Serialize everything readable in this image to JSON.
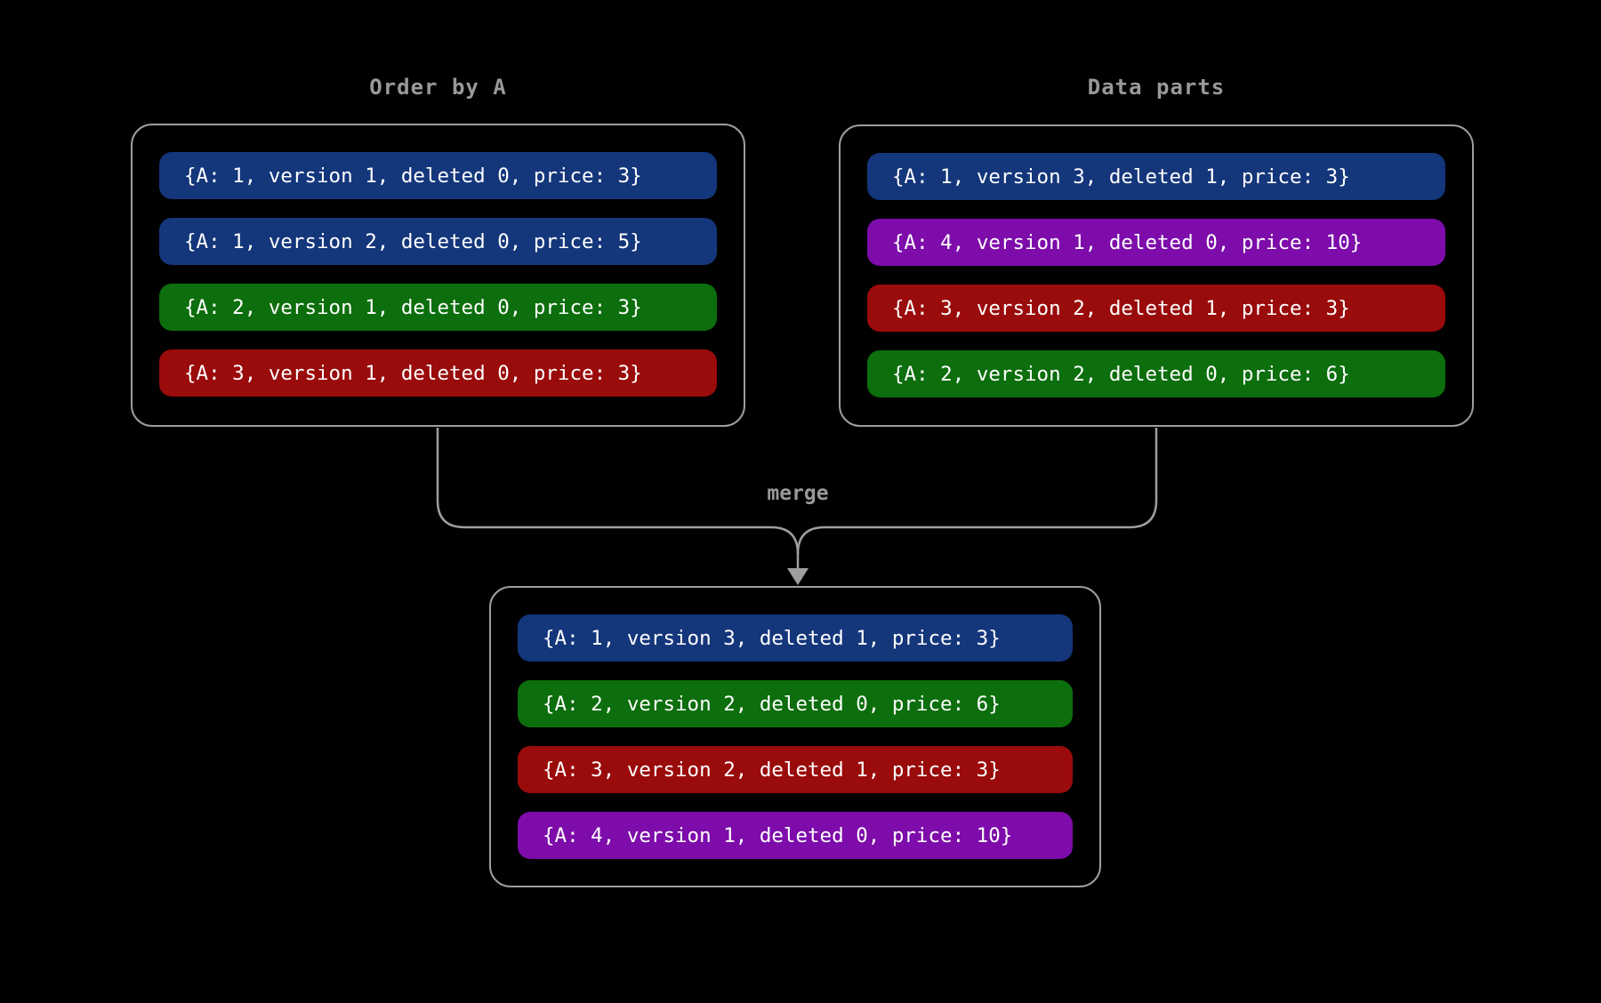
{
  "diagram": {
    "background": "#000000",
    "line_color": "#9e9e9e",
    "title_color": "#999999",
    "row_text_color": "#ffffff",
    "colors": {
      "blue": "#14367b",
      "green": "#0c6e0c",
      "red": "#9a0b0b",
      "purple": "#7d0caa"
    },
    "merge_label": "merge",
    "boxes": [
      {
        "title": "Order by A",
        "rows": [
          {
            "text": "{A: 1, version 1, deleted 0, price: 3}",
            "color": "blue"
          },
          {
            "text": "{A: 1, version 2, deleted 0, price: 5}",
            "color": "blue"
          },
          {
            "text": "{A: 2, version 1, deleted 0, price: 3}",
            "color": "green"
          },
          {
            "text": "{A: 3, version 1, deleted 0, price: 3}",
            "color": "red"
          }
        ]
      },
      {
        "title": "Data parts",
        "rows": [
          {
            "text": "{A: 1, version 3, deleted 1, price: 3}",
            "color": "blue"
          },
          {
            "text": "{A: 4, version 1, deleted 0, price: 10}",
            "color": "purple"
          },
          {
            "text": "{A: 3, version 2, deleted 1, price: 3}",
            "color": "red"
          },
          {
            "text": "{A: 2, version 2, deleted 0, price: 6}",
            "color": "green"
          }
        ]
      },
      {
        "title": "",
        "rows": [
          {
            "text": "{A: 1, version 3, deleted 1, price: 3}",
            "color": "blue"
          },
          {
            "text": "{A: 2, version 2, deleted 0, price: 6}",
            "color": "green"
          },
          {
            "text": "{A: 3, version 2, deleted 1, price: 3}",
            "color": "red"
          },
          {
            "text": "{A: 4, version 1, deleted 0, price: 10}",
            "color": "purple"
          }
        ]
      }
    ]
  }
}
